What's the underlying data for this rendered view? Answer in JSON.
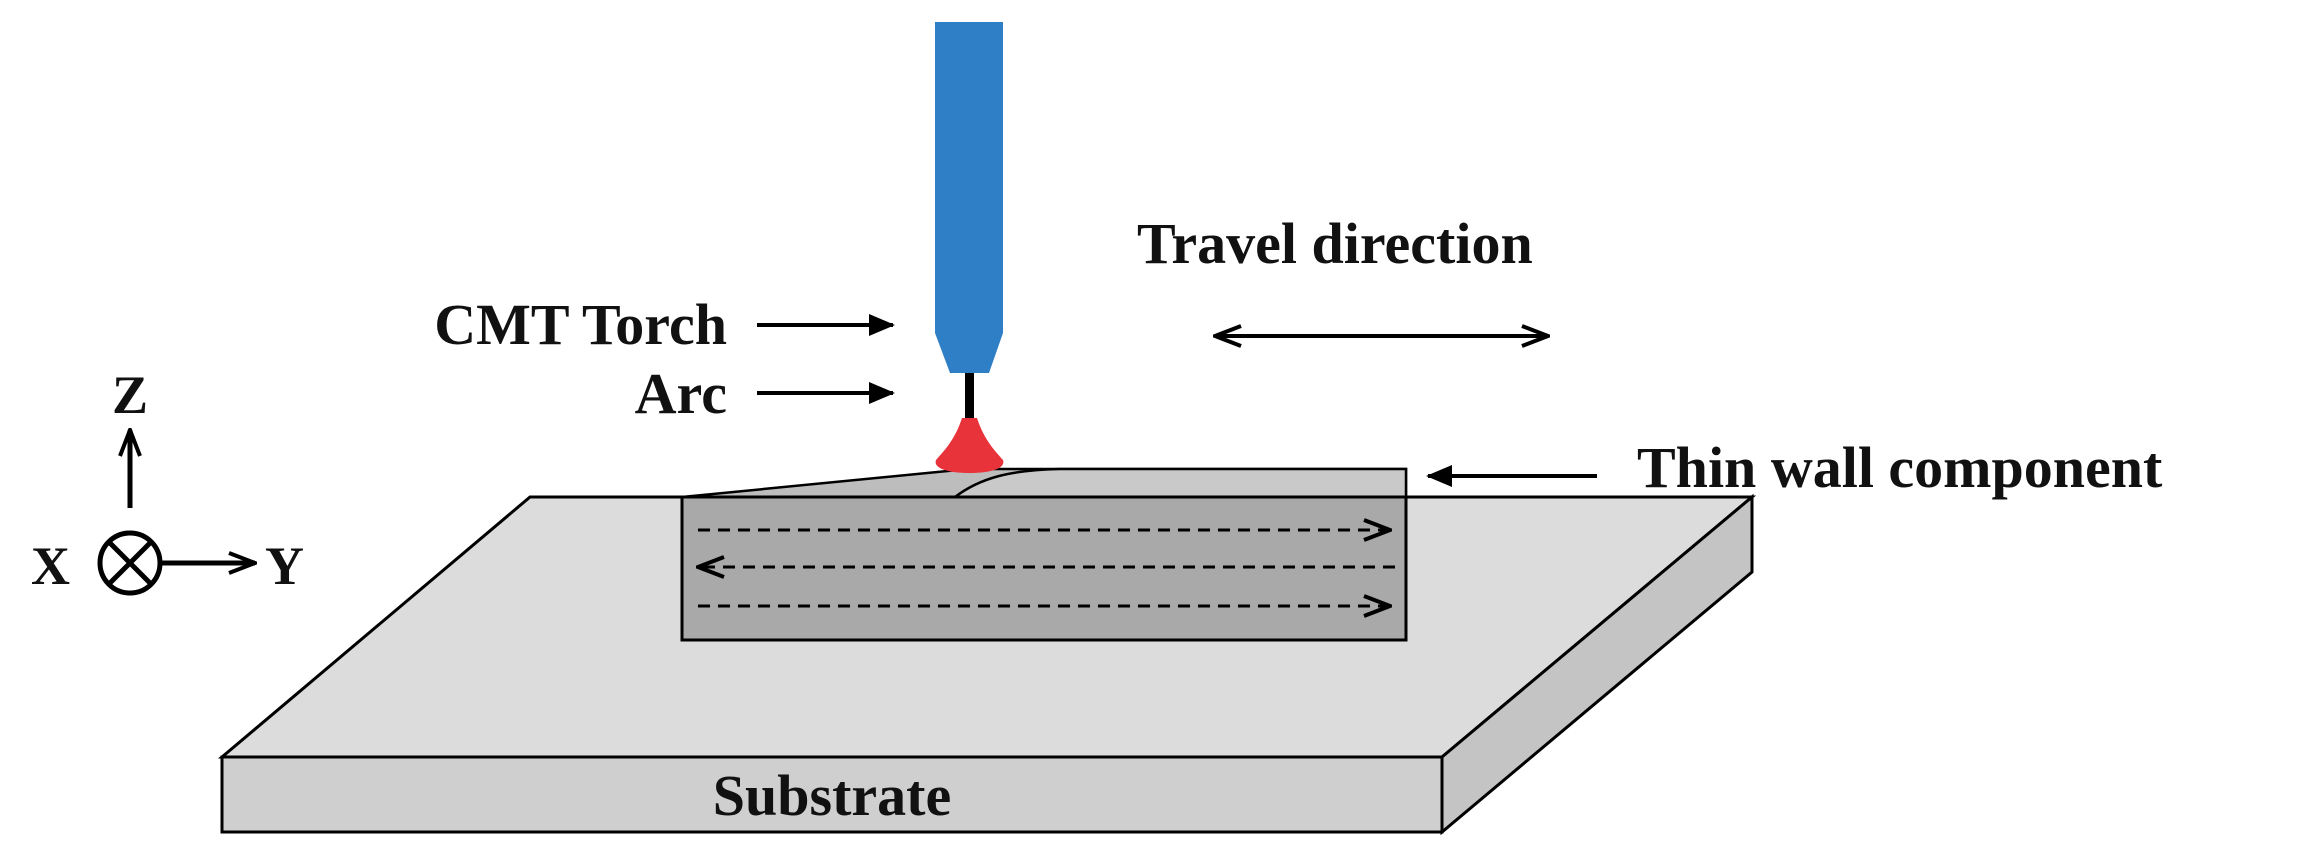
{
  "labels": {
    "torch": "CMT Torch",
    "arc": "Arc",
    "travel": "Travel direction",
    "thin_wall": "Thin wall component",
    "substrate": "Substrate"
  },
  "axes": {
    "z": "Z",
    "x": "X",
    "y": "Y"
  },
  "colors": {
    "torch": "#2f7fc6",
    "arc": "#e8333b",
    "substrate_top": "#dcdcdc",
    "substrate_front": "#cfcfcf",
    "wall_front": "#a9a9a9",
    "wall_top": "#bdbdbd"
  }
}
